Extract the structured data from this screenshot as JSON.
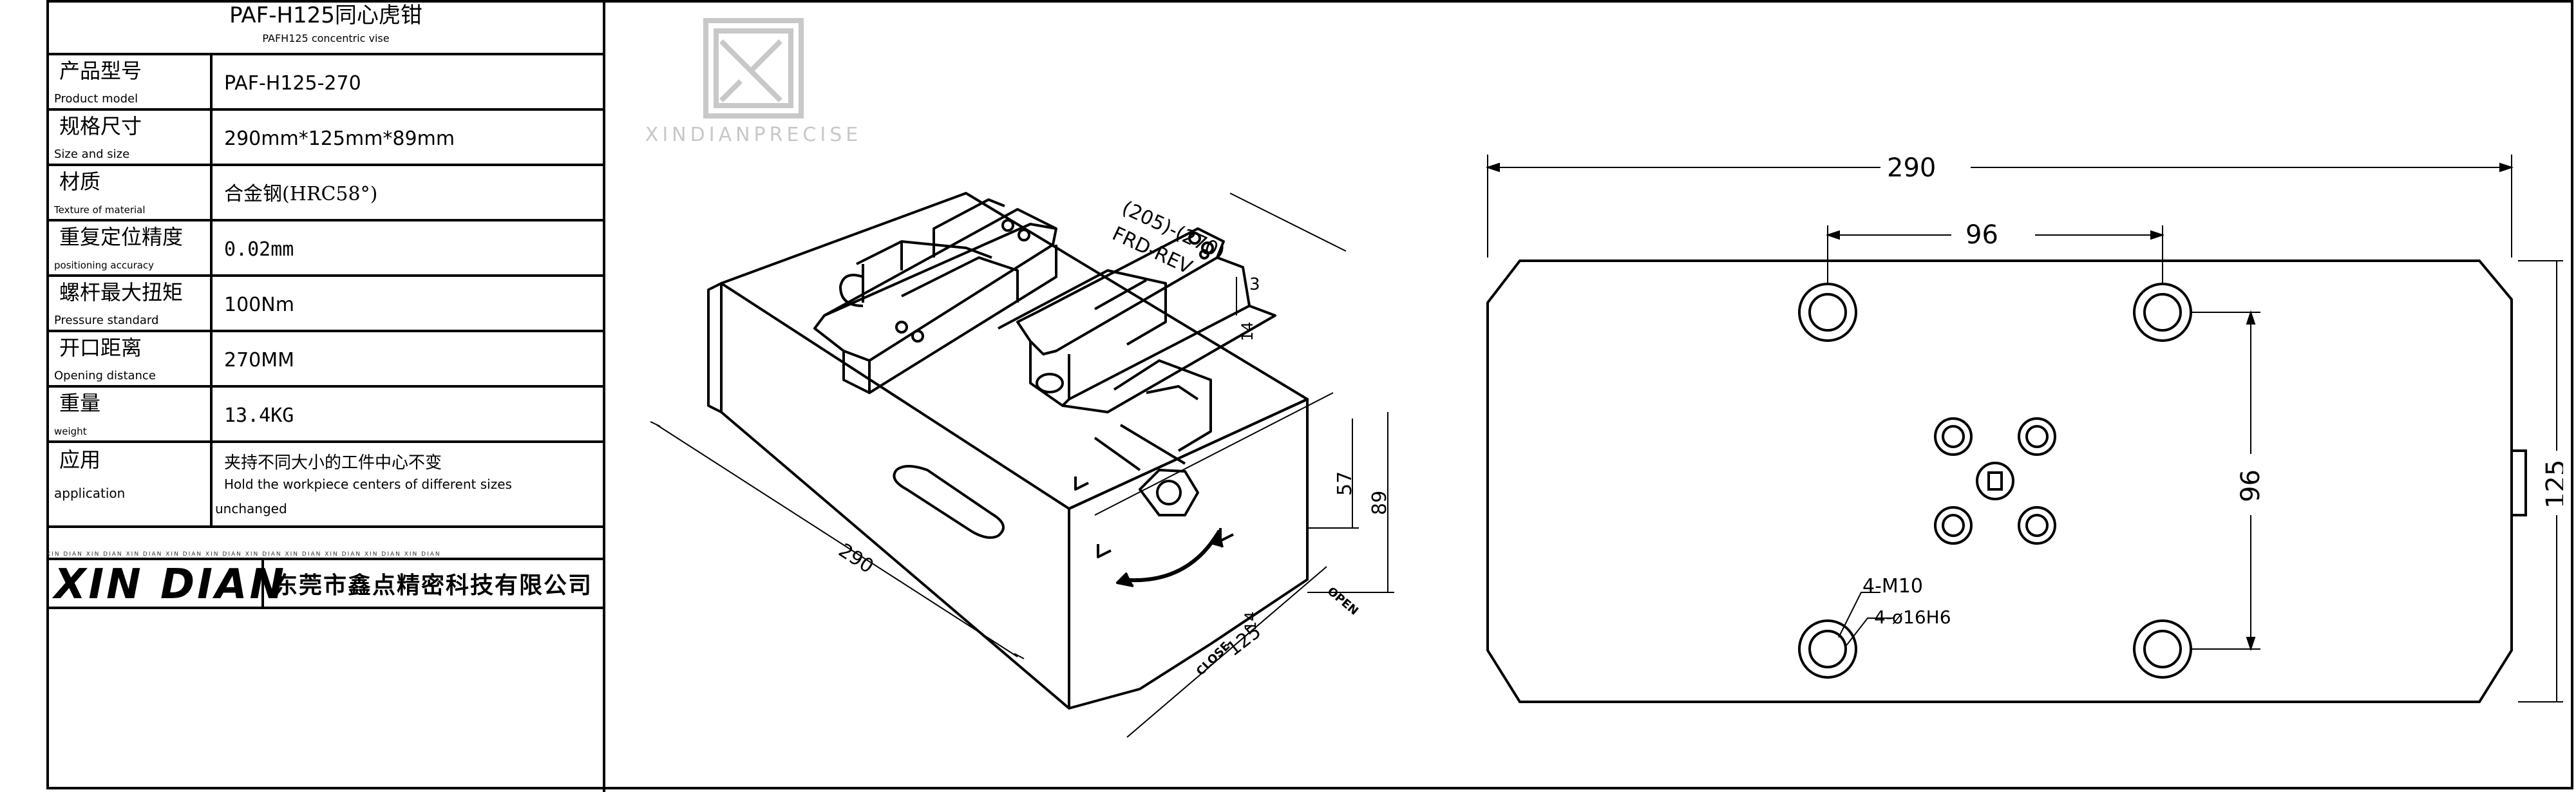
{
  "title": {
    "main": "PAF-H125同心虎钳",
    "sub": "PAFH125 concentric vise"
  },
  "specs": [
    {
      "zh": "产品型号",
      "en": "Product model",
      "value": "PAF-H125-270"
    },
    {
      "zh": "规格尺寸",
      "en": "Size and size",
      "value": "290mm*125mm*89mm"
    },
    {
      "zh": "材质",
      "en": "Texture of material",
      "value": "合金钢(HRC58°)"
    },
    {
      "zh": "重复定位精度",
      "en": "positioning accuracy",
      "value": "0.02mm"
    },
    {
      "zh": "螺杆最大扭矩",
      "en": "Pressure standard",
      "value": "100Nm"
    },
    {
      "zh": "开口距离",
      "en": "Opening distance",
      "value": "270MM"
    },
    {
      "zh": "重量",
      "en": "weight",
      "value": "13.4KG"
    }
  ],
  "application": {
    "zh": "应用",
    "en": "application",
    "value_zh": "夹持不同大小的工件中心不变",
    "value_en": "Hold the workpiece centers of different sizes",
    "value_en2": "unchanged"
  },
  "brand": {
    "marks": "XIN DIAN  XIN DIAN  XIN DIAN  XIN DIAN  XIN DIAN  XIN DIAN  XIN DIAN  XIN DIAN  XIN DIAN  XIN DIAN",
    "logo": "XIN DIAN",
    "company": "东莞市鑫点精密科技有限公司"
  },
  "watermark": {
    "text": "XINDIANPRECISE"
  },
  "iso_view": {
    "dim_open": "(205)-(270)",
    "dim_dir": "FRD-REV",
    "dim_3": "3",
    "dim_14_top": "14",
    "dim_14_bottom": "14",
    "dim_57": "57",
    "dim_89": "89",
    "dim_290": "290",
    "dim_125": "125",
    "label_open": "OPEN",
    "label_close": "CLOSE"
  },
  "plan_view": {
    "dim_290": "290",
    "dim_96_h": "96",
    "dim_96_v": "96",
    "dim_125": "125",
    "note_m10": "4-M10",
    "note_bore": "4-ø16H6"
  }
}
